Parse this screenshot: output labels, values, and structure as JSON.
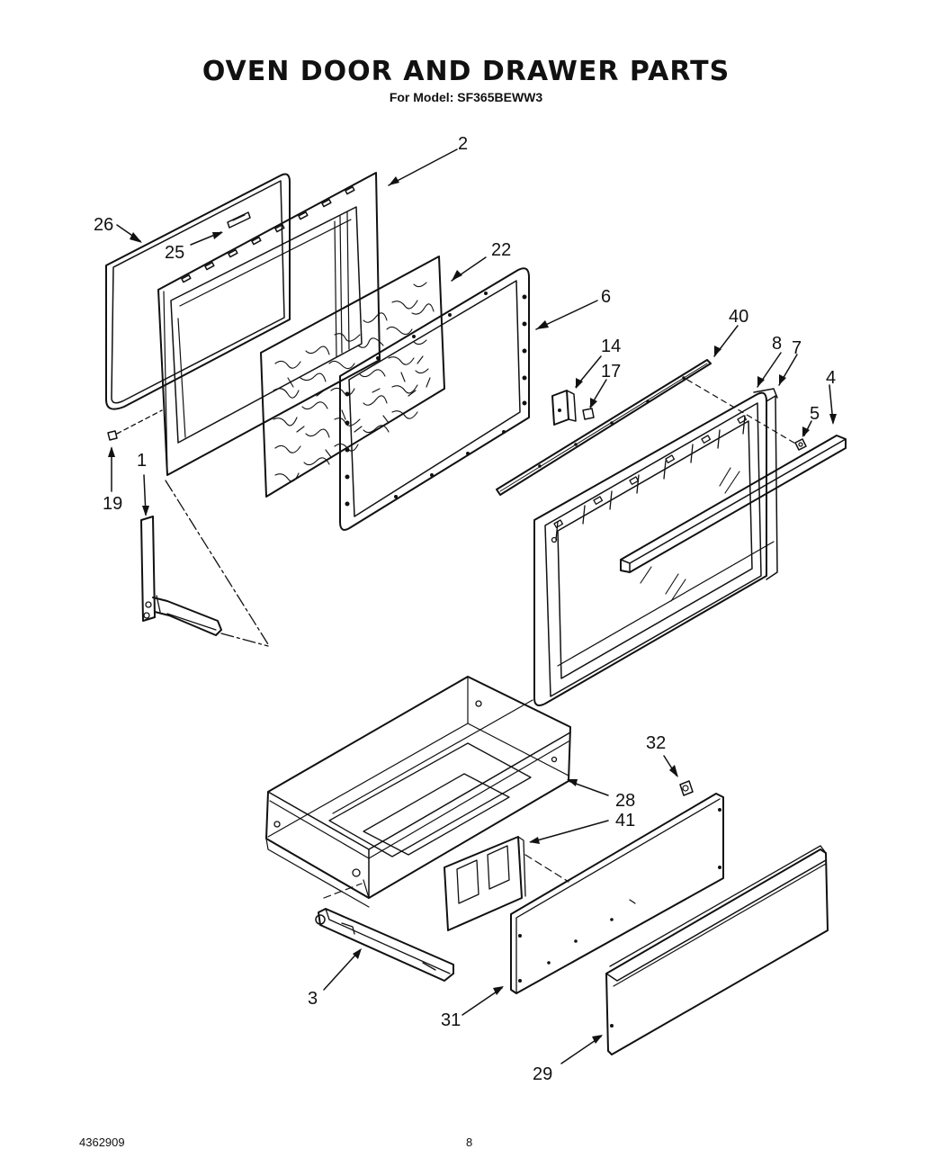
{
  "title": "OVEN DOOR AND DRAWER PARTS",
  "subtitle": "For Model: SF365BEWW3",
  "footer": {
    "doc_number": "4362909",
    "page_number": "8"
  },
  "callouts": {
    "p1": "1",
    "p2": "2",
    "p3": "3",
    "p4": "4",
    "p5": "5",
    "p6": "6",
    "p7": "7",
    "p8": "8",
    "p14": "14",
    "p17": "17",
    "p19": "19",
    "p22": "22",
    "p25": "25",
    "p26": "26",
    "p28": "28",
    "p29": "29",
    "p31": "31",
    "p32": "32",
    "p40": "40",
    "p41": "41"
  }
}
